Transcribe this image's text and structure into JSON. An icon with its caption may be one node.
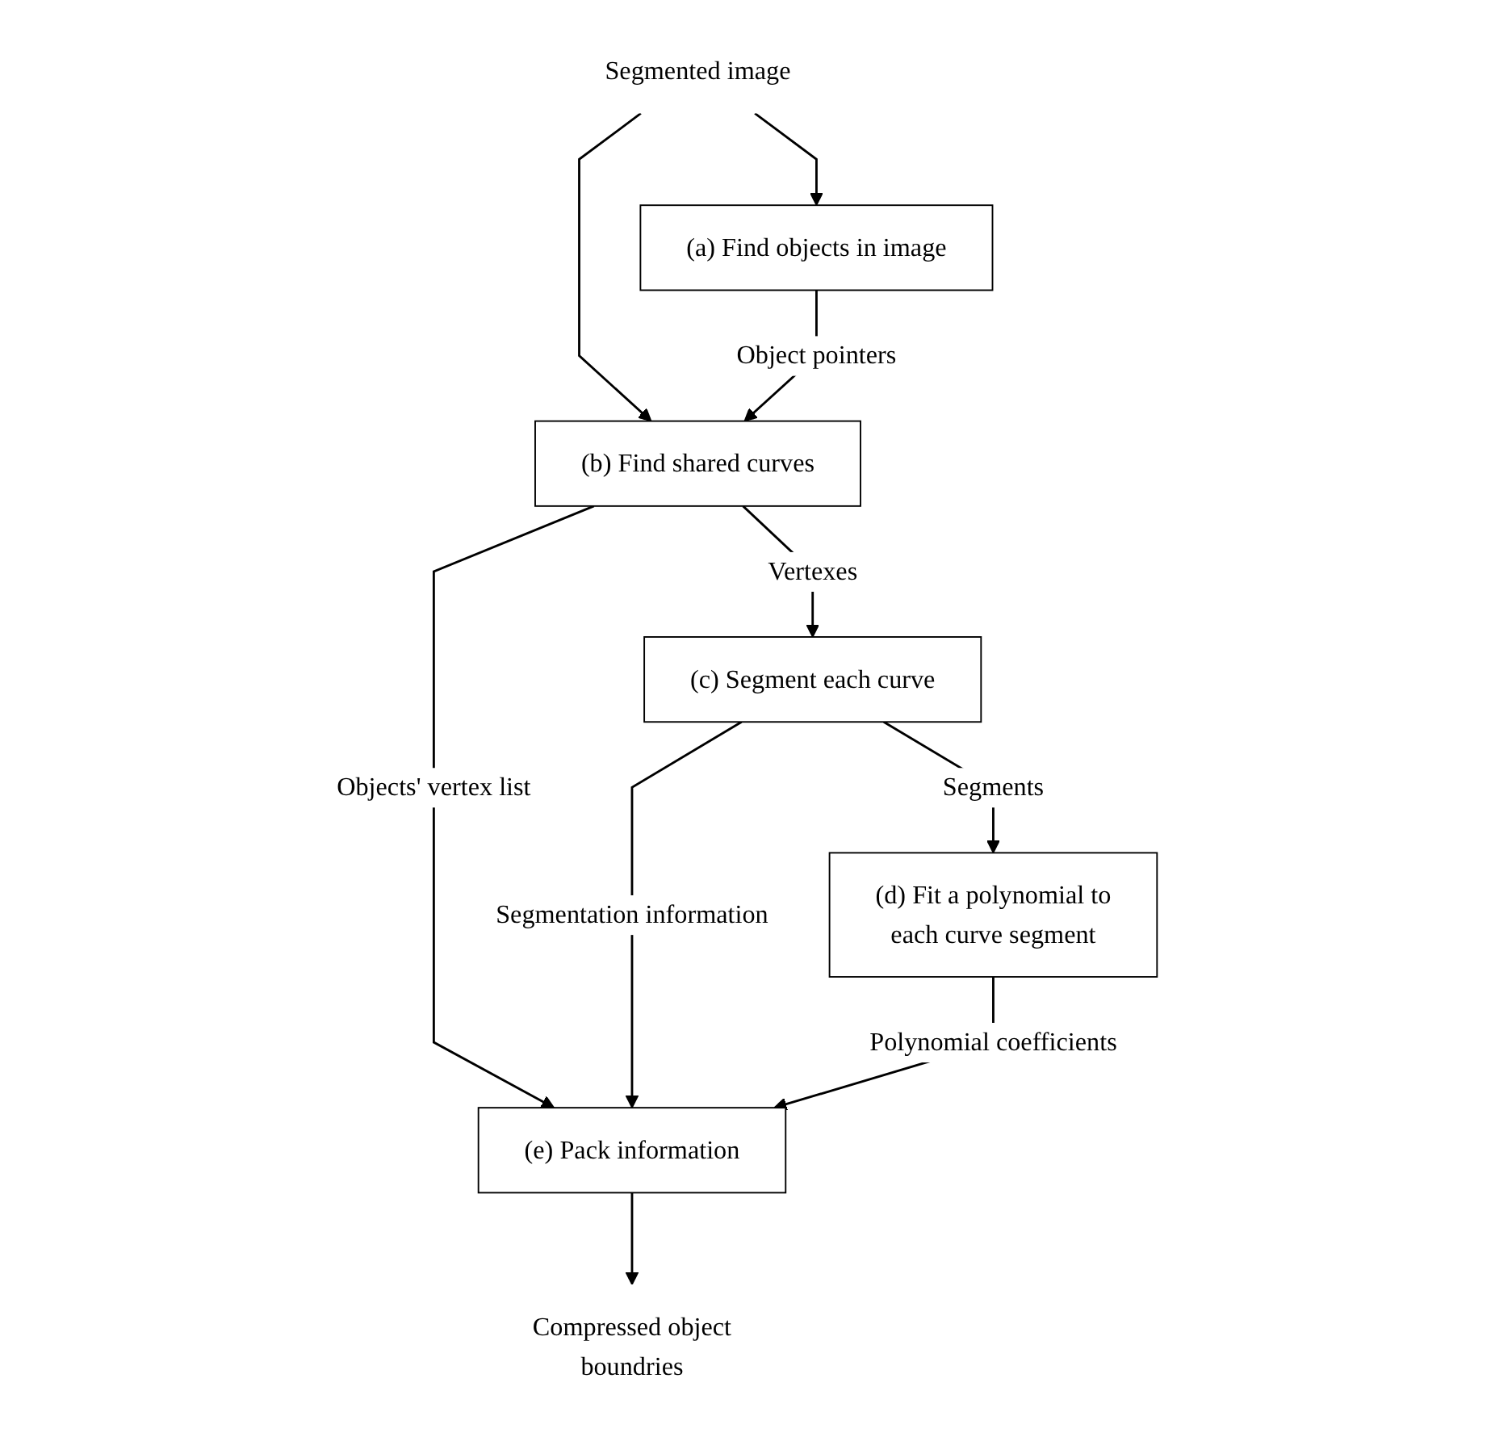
{
  "diagram": {
    "nodes": [
      {
        "text": [
          "Segmented image"
        ]
      },
      {
        "text": [
          "(a) Find objects in image"
        ]
      },
      {
        "text": [
          "(b) Find shared curves"
        ]
      },
      {
        "text": [
          "(c) Segment each curve"
        ]
      },
      {
        "text": [
          "(d) Fit a polynomial to each curve segment"
        ]
      },
      {
        "text": [
          "(e) Pack information"
        ]
      },
      {
        "text": [
          "Compressed object boundries"
        ]
      }
    ],
    "edges": [
      {
        "from": 0,
        "to": 1,
        "arrow": "to"
      },
      {
        "from": 0,
        "to": 2,
        "arrow": "to"
      },
      {
        "from": 1,
        "to": 2,
        "arrow": "to",
        "label": "Object pointers"
      },
      {
        "from": 2,
        "to": 5,
        "arrow": "to",
        "label": "Objects' vertex list"
      },
      {
        "from": 2,
        "to": 3,
        "arrow": "to",
        "label": "Vertexes"
      },
      {
        "from": 3,
        "to": 5,
        "arrow": "to",
        "label": "Segmentation information"
      },
      {
        "from": 3,
        "to": 4,
        "arrow": "to",
        "label": "Segments"
      },
      {
        "from": 4,
        "to": 5,
        "arrow": "to",
        "label": "Polynomial coefficients"
      },
      {
        "from": 5,
        "to": 6,
        "arrow": "to"
      }
    ]
  }
}
